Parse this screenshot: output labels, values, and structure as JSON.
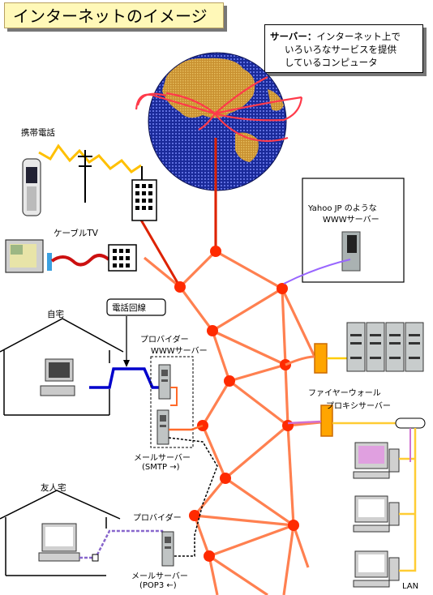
{
  "title": "インターネットのイメージ",
  "note": {
    "term": "サーバー：",
    "line1": "インターネット上で",
    "line2": "いろいろなサービスを提供",
    "line3": "しているコンピュータ"
  },
  "labels": {
    "mobile": "携帯電話",
    "cable_tv": "ケーブルTV",
    "yahoo_line1": "Yahoo JP のような",
    "yahoo_line2": "WWWサーバー",
    "home": "自宅",
    "phone_line": "電話回線",
    "provider_line1": "プロバイダー",
    "provider_line2": "WWWサーバー",
    "mail_smtp_line1": "メールサーバー",
    "mail_smtp_line2": "(SMTP →)",
    "firewall": "ファイヤーウォール",
    "proxy": "プロキシサーバー",
    "friend_home": "友人宅",
    "provider2": "プロバイダー",
    "mail_pop3_line1": "メールサーバー",
    "mail_pop3_line2": "(POP3 ←)",
    "lan": "LAN"
  },
  "colors": {
    "network_line": "#ff8050",
    "network_node": "#ff2a00",
    "title_bg": "#fff8b8",
    "phone_line": "#0000cc",
    "firewall": "#ffa500",
    "lan_line": "#ffcc33"
  }
}
